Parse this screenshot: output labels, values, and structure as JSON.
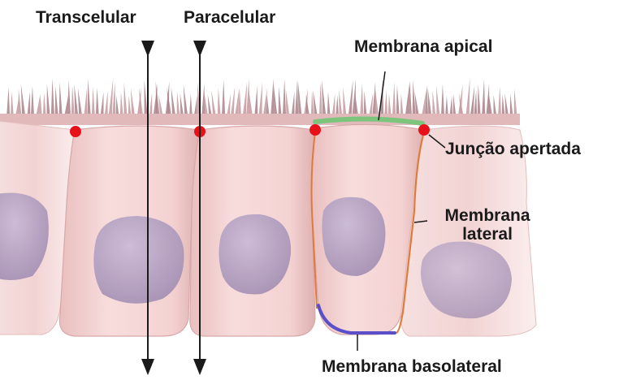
{
  "labels": {
    "transcelular": "Transcelular",
    "paracelular": "Paracelular",
    "membrana_apical": "Membrana apical",
    "juncao_apertada": "Junção apertada",
    "membrana_lateral_line1": "Membrana",
    "membrana_lateral_line2": "lateral",
    "membrana_basolateral": "Membrana basolateral"
  },
  "colors": {
    "cell_fill": "#f3cfcf",
    "cell_edge": "#d9a6a6",
    "nucleus": "#b9a6c4",
    "tight_junction": "#e8111a",
    "apical_membrane": "#7dc47d",
    "lateral_membrane": "#e07a3c",
    "basolateral_membrane": "#5a4fc8",
    "arrow": "#1a1a1a"
  }
}
